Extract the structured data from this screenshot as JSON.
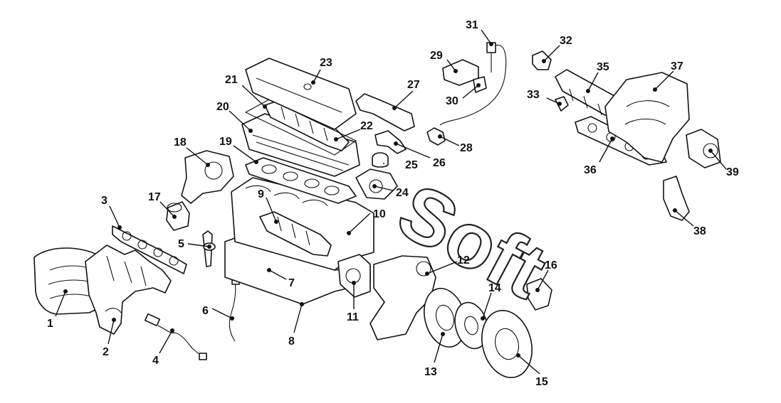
{
  "diagram": {
    "callouts": [
      {
        "label": "1"
      },
      {
        "label": "2"
      },
      {
        "label": "3"
      },
      {
        "label": "4"
      },
      {
        "label": "5"
      },
      {
        "label": "6"
      },
      {
        "label": "7"
      },
      {
        "label": "8"
      },
      {
        "label": "9"
      },
      {
        "label": "10"
      },
      {
        "label": "11"
      },
      {
        "label": "12"
      },
      {
        "label": "13"
      },
      {
        "label": "14"
      },
      {
        "label": "15"
      },
      {
        "label": "16"
      },
      {
        "label": "17"
      },
      {
        "label": "18"
      },
      {
        "label": "19"
      },
      {
        "label": "20"
      },
      {
        "label": "21"
      },
      {
        "label": "22"
      },
      {
        "label": "23"
      },
      {
        "label": "24"
      },
      {
        "label": "25"
      },
      {
        "label": "26"
      },
      {
        "label": "27"
      },
      {
        "label": "28"
      },
      {
        "label": "29"
      },
      {
        "label": "30"
      },
      {
        "label": "31"
      },
      {
        "label": "32"
      },
      {
        "label": "33"
      },
      {
        "label": "35"
      },
      {
        "label": "36"
      },
      {
        "label": "37"
      },
      {
        "label": "38"
      },
      {
        "label": "39"
      }
    ],
    "watermark": {
      "text": "Soft",
      "color": "#222222"
    },
    "line_color": "#111111",
    "background": "#ffffff"
  }
}
